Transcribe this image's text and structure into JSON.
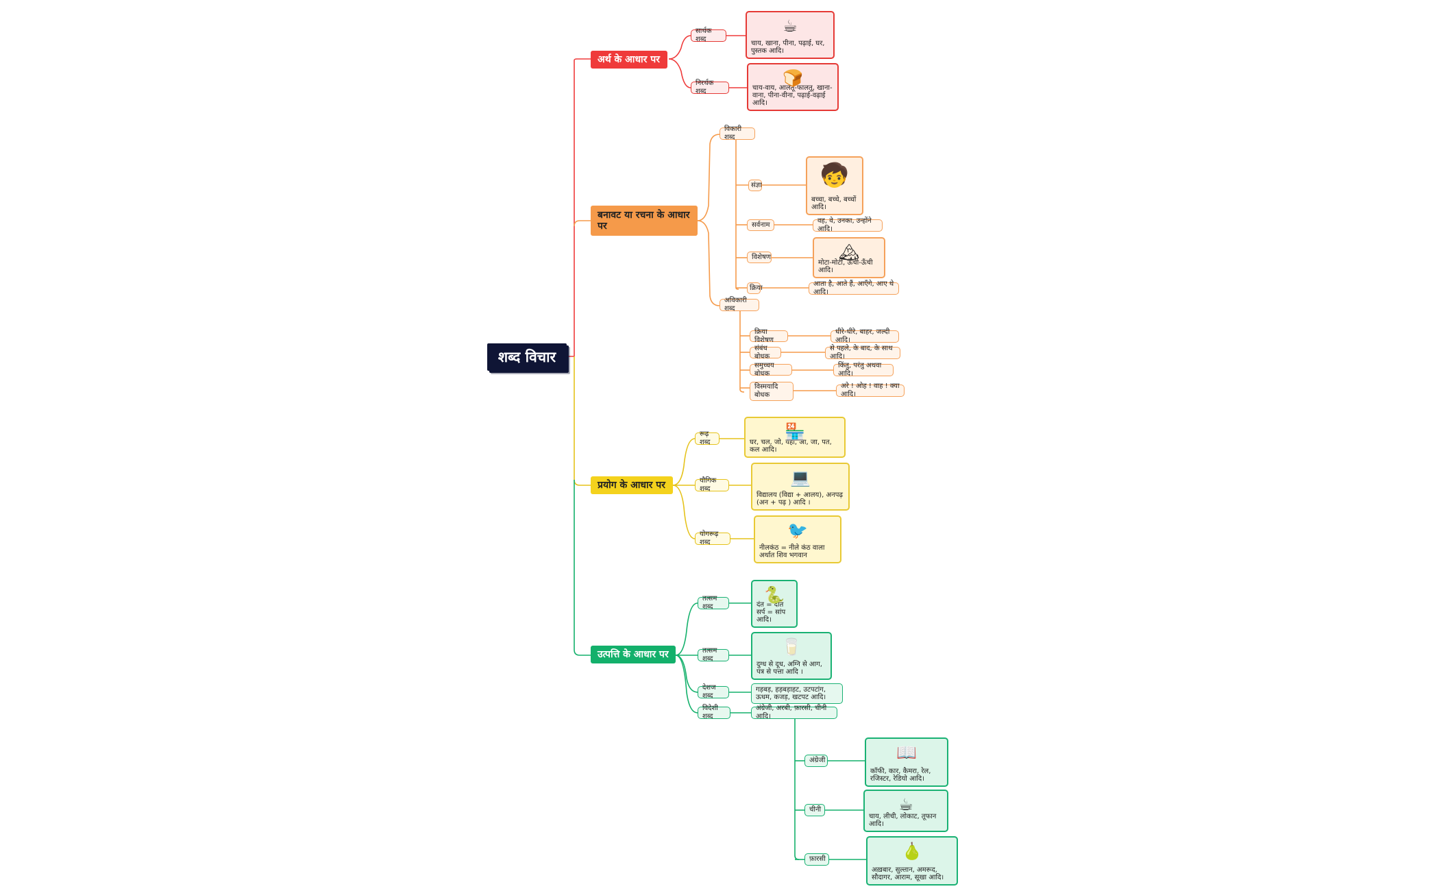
{
  "root": "शब्द विचार",
  "branches": {
    "meaning": {
      "title": "अर्थ के आधार पर",
      "items": [
        {
          "label": "सार्थक शब्द",
          "text": "चाय, खाना, पीना, पढ़ाई, घर, पुस्तक आदि।",
          "icon": "tea-cup-icon"
        },
        {
          "label": "निरर्थक शब्द",
          "text": "चाय-वाय, आलतू-फालतू, खाना-वाना, पीना-वीना, पढ़ाई-वढ़ाई आदि।",
          "icon": "bread-icon"
        }
      ]
    },
    "structure": {
      "title": "बनावट या रचना के आधार पर",
      "vikari": {
        "label": "विकारी शब्द",
        "items": [
          {
            "label": "संज्ञा",
            "text": "बच्चा, बच्चे, बच्चों आदि।",
            "icon": "child-icon"
          },
          {
            "label": "सर्वनाम",
            "text": "वह, वे, उनका, उन्होंने आदि।"
          },
          {
            "label": "विशेषण",
            "text": "मोटा-मोटी, ऊँची-ऊँची आदि।",
            "icon": "mountain-icon"
          },
          {
            "label": "क्रिया",
            "text": "आता है, आते हैं, आएँगे, आए थे आदि।"
          }
        ]
      },
      "avikari": {
        "label": "अविकारी शब्द",
        "items": [
          {
            "label": "क्रिया विशेषण",
            "text": "धीरे-धीरे, बाहर, जल्दी आदि।"
          },
          {
            "label": "संबंध बोधक",
            "text": "से पहले, के बाद, के साथ आदि।"
          },
          {
            "label": "समुच्चय बोधक",
            "text": "किंतु, परंतु अथवा आदि।"
          },
          {
            "label": "विस्मयादि बोधक",
            "text": "अरे ! ओह ! वाह ! क्या आदि।"
          }
        ]
      }
    },
    "usage": {
      "title": "प्रयोग के आधार पर",
      "items": [
        {
          "label": "रूढ़ शब्द",
          "text": "घर, चल, जो, यहाँ, आ, जा, पत, कल आदि।",
          "icon": "shop-icon"
        },
        {
          "label": "यौगिक शब्द",
          "text": "विद्यालय (विद्या + आलय), अनपढ़ (अन + पढ़ ) आदि ।",
          "icon": "laptop-icon"
        },
        {
          "label": "योगरूढ़ शब्द",
          "text": "नीलकंठ = नीले कंठ वाला अर्थात शिव भगवान",
          "icon": "bird-icon"
        }
      ]
    },
    "origin": {
      "title": "उत्पत्ति के आधार पर",
      "items": [
        {
          "label": "तत्सम शब्द",
          "text1": "दंत = दांत",
          "text2": "सर्प = सांप आदि।",
          "icon": "snake-icon"
        },
        {
          "label": "तत्सम शब्द",
          "text": "दुग्ध से दूध, अग्नि से आग, पत्र से पत्ता आदि ।",
          "icon": "milk-icon"
        },
        {
          "label": "देशज शब्द",
          "text": "गड़बड़, हड़बड़ाहट, उटपटांग, ऊधम, कजड़, खटपट आदि।"
        },
        {
          "label": "विदेशी शब्द",
          "text": "अंग्रेजी, अरबी, फ़ारसी, चीनी आदि।"
        }
      ],
      "foreign": [
        {
          "label": "अंग्रेजी",
          "text": "कॉफी, कार, कैमरा, रेल, रजिस्टर, रेडियो आदि।",
          "icon": "book-icon"
        },
        {
          "label": "चीनी",
          "text": "चाय, लीची, लोकाट, तूफान आदि।",
          "icon": "tea-cup-icon"
        },
        {
          "label": "फ़ारसी",
          "text": "अख़बार, सुल्तान, अमरूद, सौदागर, आराम, सूखा आदि।",
          "icon": "pear-icon"
        }
      ]
    }
  },
  "colors": {
    "red": "#ef3a3a",
    "orange": "#f59a4a",
    "yellow": "#f4d21d",
    "green": "#13b06b",
    "root": "#0f1535"
  }
}
